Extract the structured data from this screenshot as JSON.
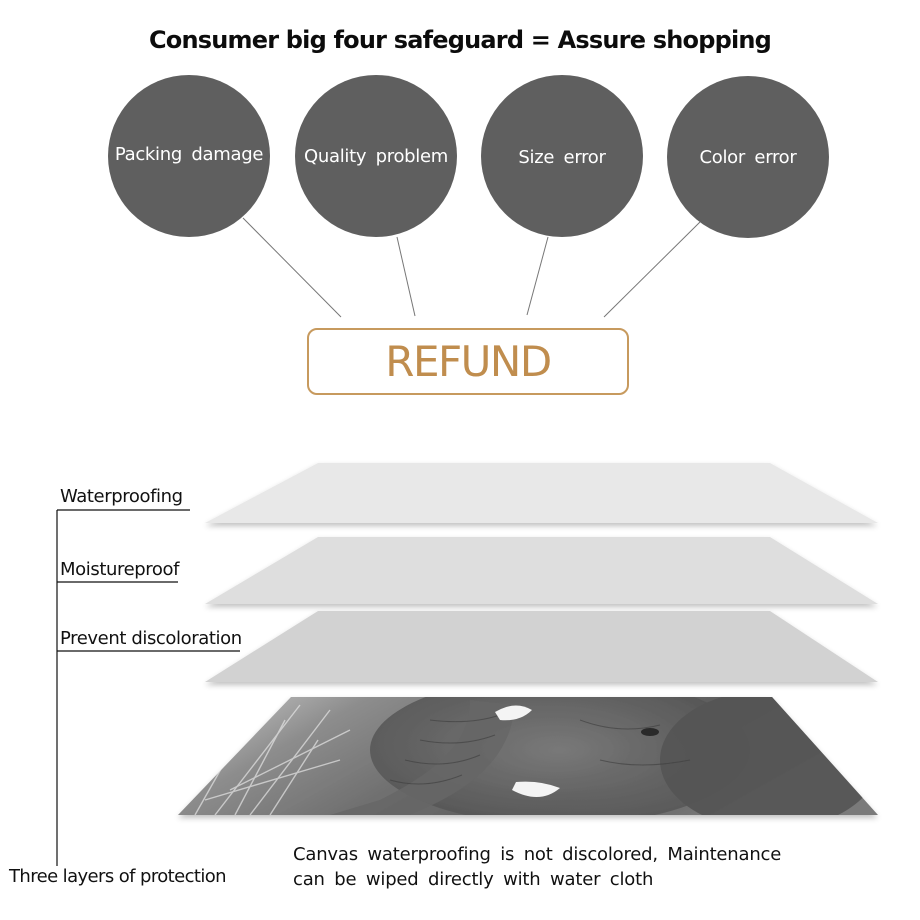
{
  "title": "Consumer big four safeguard = Assure shopping",
  "safeguards": [
    {
      "label": "Packing damage"
    },
    {
      "label": "Quality problem"
    },
    {
      "label": "Size error"
    },
    {
      "label": "Color error"
    }
  ],
  "result": "REFUND",
  "layers": [
    {
      "label": "Waterproofing"
    },
    {
      "label": "Moistureproof"
    },
    {
      "label": "Prevent discoloration"
    }
  ],
  "group_label": "Three layers of protection",
  "caption": {
    "line1": "Canvas waterproofing is not discolored, Maintenance",
    "line2": "can be wiped directly with water cloth"
  },
  "colors": {
    "circle": "#5f5f5f",
    "refund_border": "#c79a5e",
    "refund_text": "#c08d4e",
    "layer_top": "#e8e8e8",
    "layer_mid": "#dedede",
    "layer_bottom": "#d2d2d2"
  }
}
